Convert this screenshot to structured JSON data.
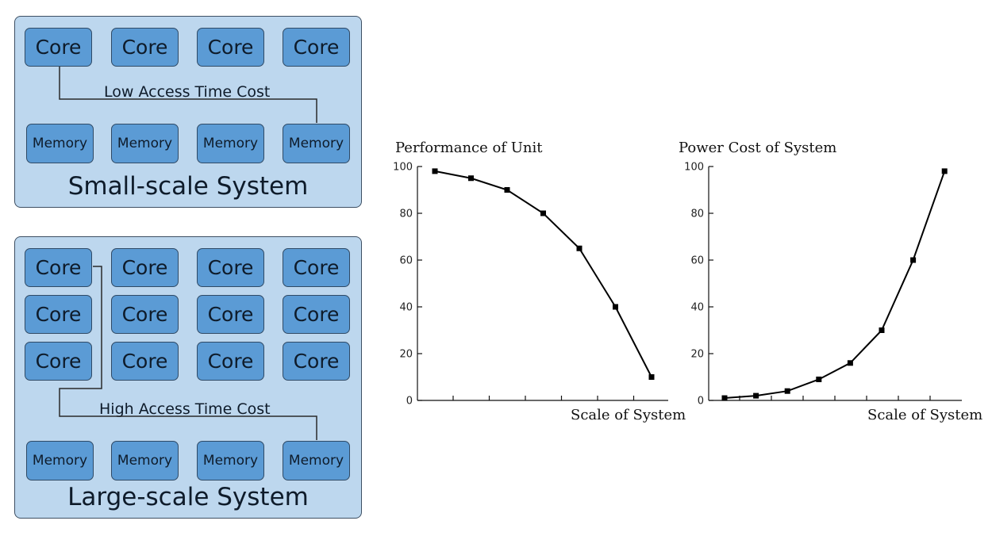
{
  "small_system": {
    "title": "Small-scale System",
    "access_label": "Low Access Time Cost",
    "cores": [
      "Core",
      "Core",
      "Core",
      "Core"
    ],
    "memories": [
      "Memory",
      "Memory",
      "Memory",
      "Memory"
    ]
  },
  "large_system": {
    "title": "Large-scale System",
    "access_label": "High Access Time Cost",
    "cores": [
      "Core",
      "Core",
      "Core",
      "Core",
      "Core",
      "Core",
      "Core",
      "Core",
      "Core",
      "Core",
      "Core",
      "Core"
    ],
    "memories": [
      "Memory",
      "Memory",
      "Memory",
      "Memory"
    ]
  },
  "colors": {
    "panel_fill": "#bdd7ee",
    "box_fill": "#5b9bd5",
    "border": "#2f4a66"
  },
  "chart_data": [
    {
      "type": "line",
      "title": "Performance of Unit",
      "xlabel": "Scale of System",
      "ylabel": "",
      "ylim": [
        0,
        100
      ],
      "yticks": [
        0,
        20,
        40,
        60,
        80,
        100
      ],
      "x": [
        1,
        2,
        3,
        4,
        5,
        6,
        7
      ],
      "values": [
        98,
        95,
        90,
        80,
        65,
        40,
        10
      ],
      "marker": "square",
      "grid": false
    },
    {
      "type": "line",
      "title": "Power Cost of System",
      "xlabel": "Scale of System",
      "ylabel": "",
      "ylim": [
        0,
        100
      ],
      "yticks": [
        0,
        20,
        40,
        60,
        80,
        100
      ],
      "x": [
        1,
        2,
        3,
        4,
        5,
        6,
        7,
        8
      ],
      "values": [
        1,
        2,
        4,
        9,
        16,
        30,
        60,
        98
      ],
      "marker": "square",
      "grid": false
    }
  ]
}
